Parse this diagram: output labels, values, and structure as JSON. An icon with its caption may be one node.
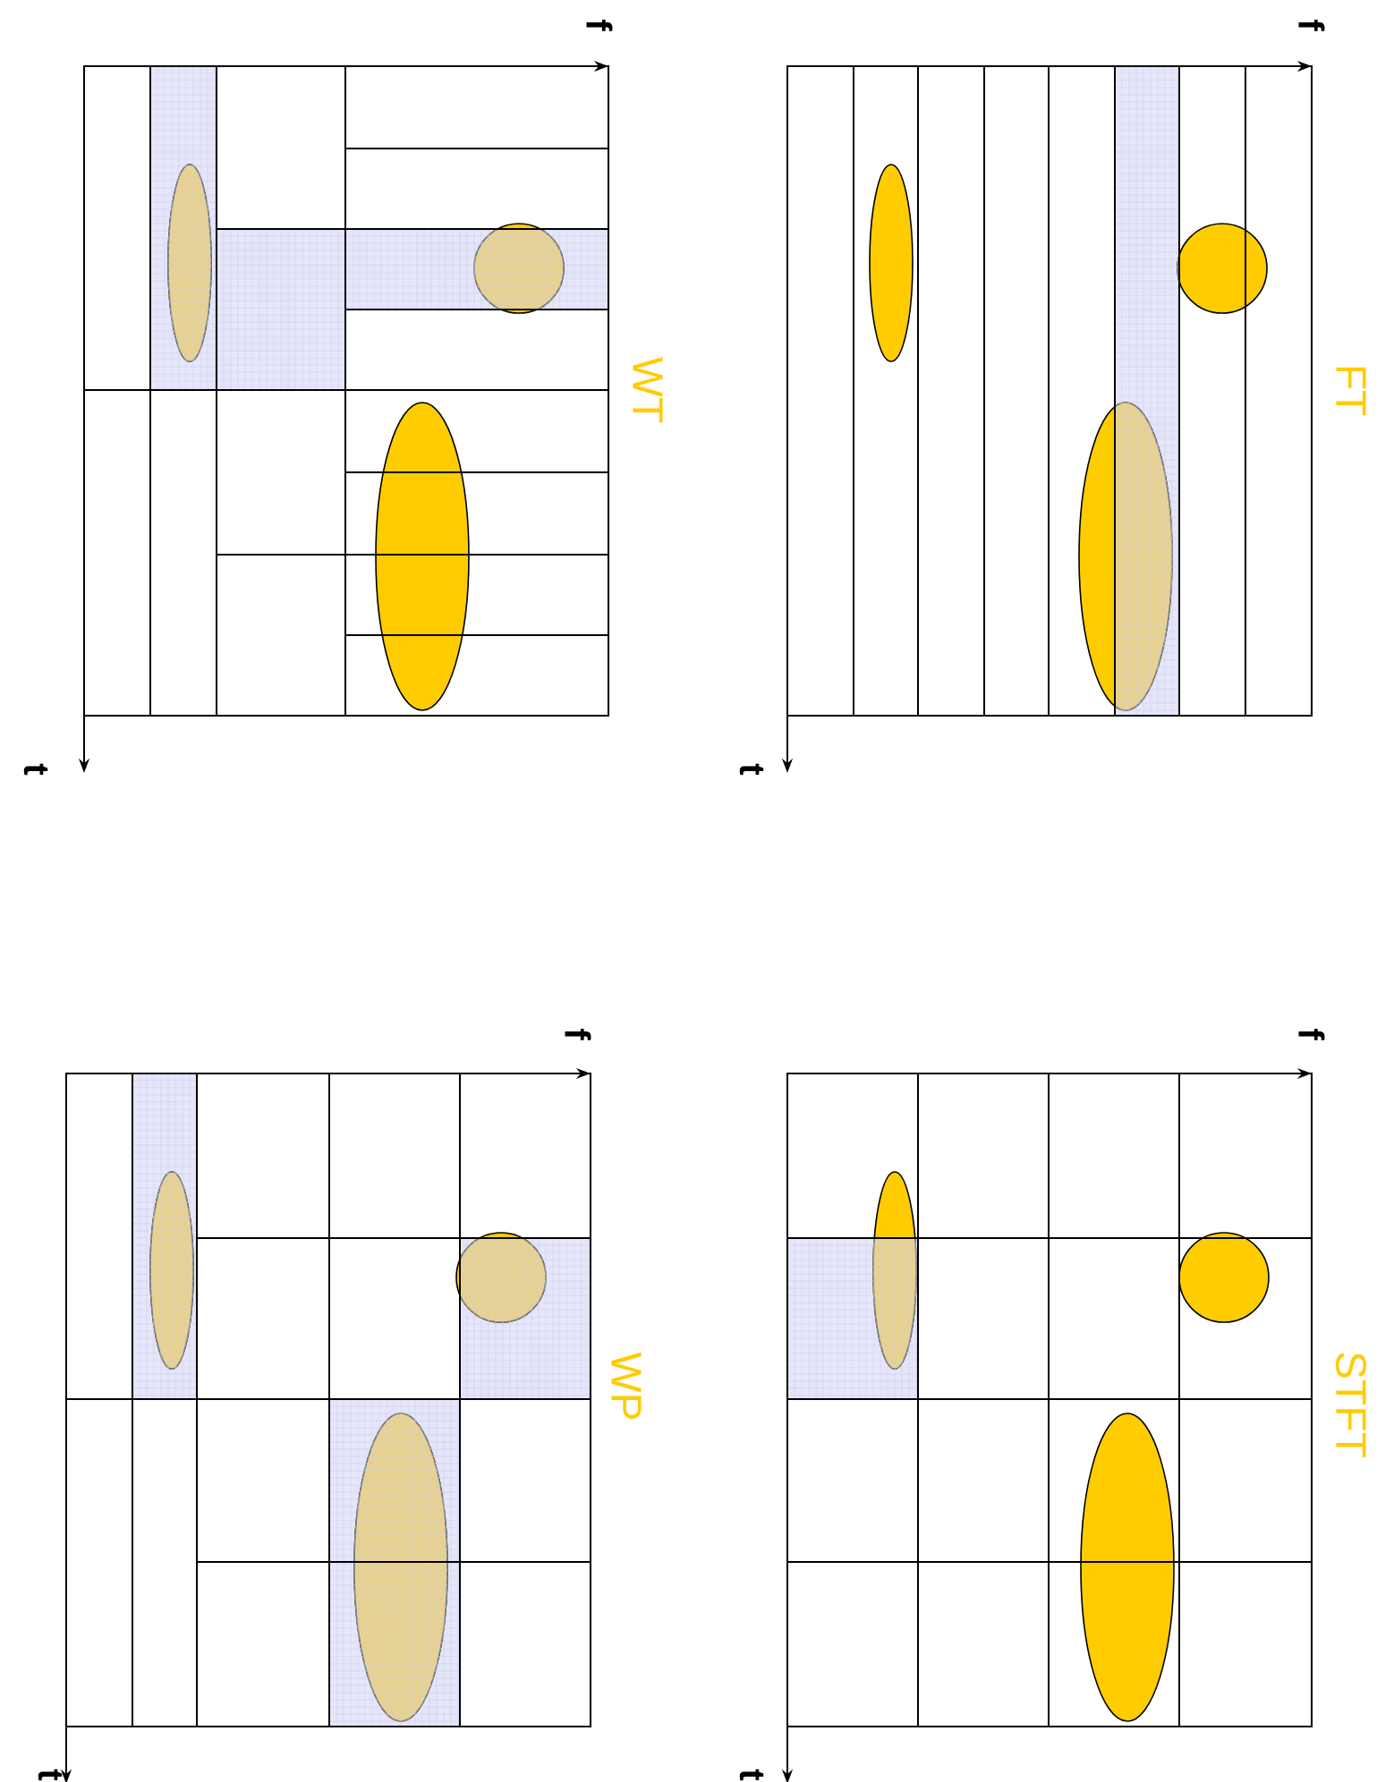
{
  "diagram": {
    "labels": [
      "f",
      "t",
      "WT",
      "f",
      "t",
      "FT",
      "f",
      "t",
      "WP",
      "f",
      "t",
      "STFT"
    ]
  }
}
